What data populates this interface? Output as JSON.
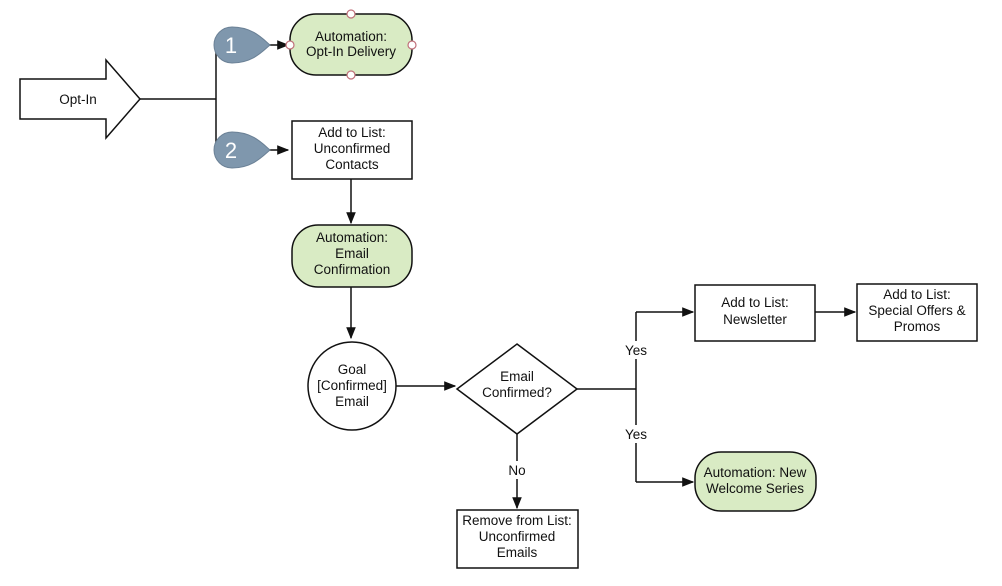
{
  "colors": {
    "automation_fill": "#d9ebc4",
    "box_fill": "#ffffff",
    "badge_fill": "#7f97ad",
    "line": "#111111",
    "handle_fill": "#ffffff",
    "handle_stroke": "#c0707a"
  },
  "nodes": {
    "optin": {
      "lines": [
        "Opt-In"
      ]
    },
    "badge1": {
      "label": "1"
    },
    "badge2": {
      "label": "2"
    },
    "auto_optin": {
      "lines": [
        "Automation:",
        "Opt-In Delivery"
      ]
    },
    "list_unconfirmed": {
      "lines": [
        "Add to List:",
        "Unconfirmed",
        "Contacts"
      ]
    },
    "auto_confirm": {
      "lines": [
        "Automation:",
        "Email",
        "Confirmation"
      ]
    },
    "goal": {
      "lines": [
        "Goal",
        "[Confirmed]",
        "Email"
      ]
    },
    "decision": {
      "lines": [
        "Email",
        "Confirmed?"
      ]
    },
    "list_newsletter": {
      "lines": [
        "Add to List:",
        "Newsletter"
      ]
    },
    "list_offers": {
      "lines": [
        "Add to List:",
        "Special Offers &",
        "Promos"
      ]
    },
    "auto_welcome": {
      "lines": [
        "Automation: New",
        "Welcome Series"
      ]
    },
    "remove_list": {
      "lines": [
        "Remove from List:",
        "Unconfirmed",
        "Emails"
      ]
    }
  },
  "edges": {
    "yes_top": "Yes",
    "yes_bottom": "Yes",
    "no": "No"
  }
}
